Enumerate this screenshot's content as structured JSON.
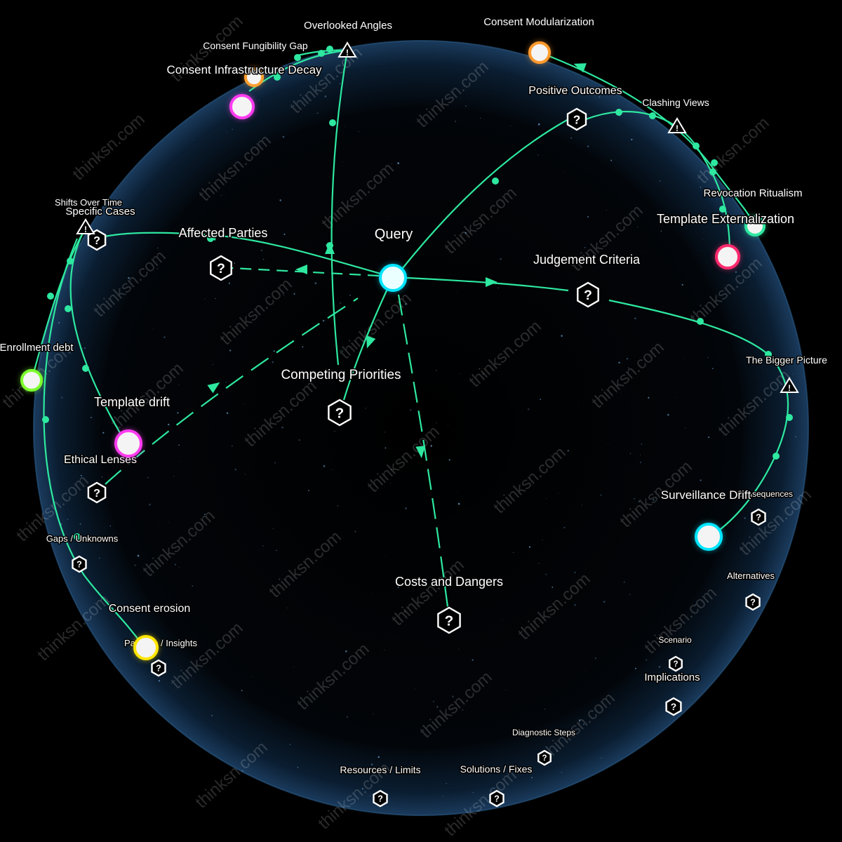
{
  "watermark": "thinksn.com",
  "colors": {
    "background": "#000000",
    "sphere": "#0a1a2a",
    "edge": "#2ee8a0",
    "hex": "#ffffff"
  },
  "hub": {
    "label": "Query",
    "color": "#00e5ff",
    "icon": "circle-node"
  },
  "categories": [
    {
      "id": "affected",
      "label": "Affected Parties",
      "icon": "question-hex-icon"
    },
    {
      "id": "judgement",
      "label": "Judgement Criteria",
      "icon": "question-hex-icon"
    },
    {
      "id": "competing",
      "label": "Competing Priorities",
      "icon": "question-hex-icon"
    },
    {
      "id": "costs",
      "label": "Costs and Dangers",
      "icon": "question-hex-icon"
    },
    {
      "id": "positive",
      "label": "Positive Outcomes",
      "icon": "question-hex-icon"
    },
    {
      "id": "specific",
      "label": "Specific Cases",
      "icon": "question-hex-icon"
    },
    {
      "id": "ethical",
      "label": "Ethical Lenses",
      "icon": "question-hex-icon"
    },
    {
      "id": "gaps",
      "label": "Gaps / Unknowns",
      "icon": "question-hex-icon"
    },
    {
      "id": "patterns",
      "label": "Patterns / Insights",
      "icon": "question-hex-icon"
    },
    {
      "id": "consequences",
      "label": "Consequences",
      "icon": "question-hex-icon"
    },
    {
      "id": "alternatives",
      "label": "Alternatives",
      "icon": "question-hex-icon"
    },
    {
      "id": "scenario",
      "label": "Scenario",
      "icon": "question-hex-icon"
    },
    {
      "id": "implications",
      "label": "Implications",
      "icon": "question-hex-icon"
    },
    {
      "id": "diagnostic",
      "label": "Diagnostic Steps",
      "icon": "question-hex-icon"
    },
    {
      "id": "resources",
      "label": "Resources / Limits",
      "icon": "question-hex-icon"
    },
    {
      "id": "solutions",
      "label": "Solutions / Fixes",
      "icon": "question-hex-icon"
    }
  ],
  "warnings": [
    {
      "id": "overlooked",
      "label": "Overlooked Angles",
      "icon": "warning-triangle-icon"
    },
    {
      "id": "clashing",
      "label": "Clashing Views",
      "icon": "warning-triangle-icon"
    },
    {
      "id": "shifts",
      "label": "Shifts Over Time",
      "icon": "warning-triangle-icon"
    },
    {
      "id": "bigger",
      "label": "The Bigger Picture",
      "icon": "warning-triangle-icon"
    }
  ],
  "concepts": [
    {
      "id": "c-modular",
      "label": "Consent Modularization",
      "color": "#ff9a2e"
    },
    {
      "id": "c-fungibility",
      "label": "Consent Fungibility Gap",
      "color": "#2ee8a0"
    },
    {
      "id": "c-infra",
      "label": "Consent Infrastructure Decay",
      "color": "#ffa030"
    },
    {
      "id": "c-infra-pink",
      "label": "",
      "color": "#ff3cf0"
    },
    {
      "id": "c-revocation",
      "label": "Revocation Ritualism",
      "color": "#2ee8a0"
    },
    {
      "id": "c-template-ext",
      "label": "Template Externalization",
      "color": "#ff2a6d"
    },
    {
      "id": "c-enrollment",
      "label": "Enrollment debt",
      "color": "#7dff2e"
    },
    {
      "id": "c-template-drift",
      "label": "Template drift",
      "color": "#ff3cf0"
    },
    {
      "id": "c-surveillance",
      "label": "Surveillance Drift",
      "color": "#00e5ff"
    },
    {
      "id": "c-erosion",
      "label": "Consent erosion",
      "color": "#ffe600"
    }
  ]
}
